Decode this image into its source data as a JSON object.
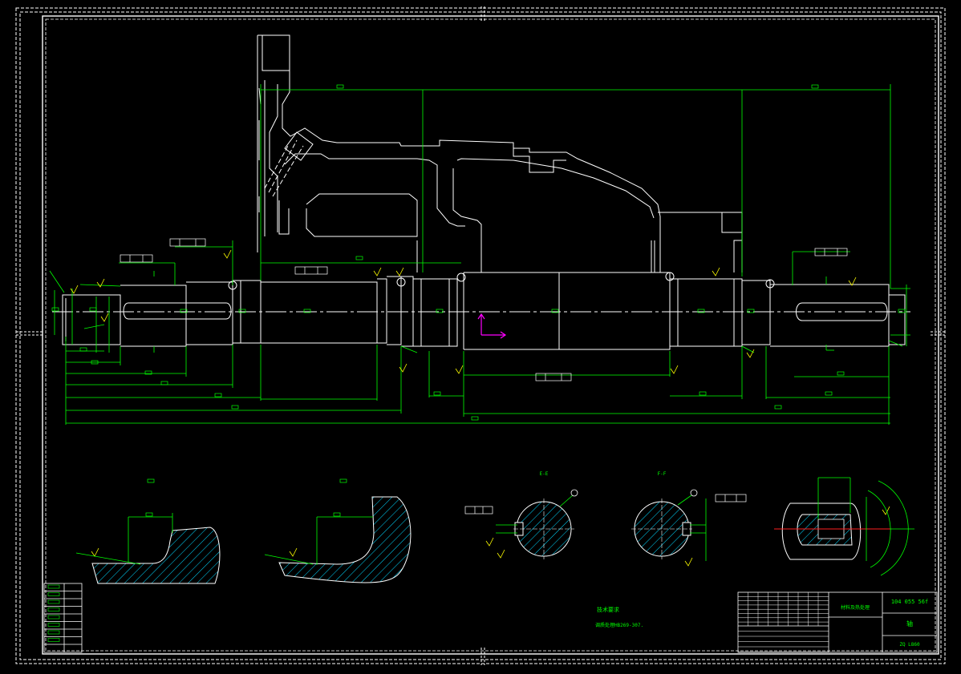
{
  "colors": {
    "background": "#000000",
    "outline": "#ffffff",
    "dimension": "#00ff00",
    "hatch": "#00d7ff",
    "axis": "#ff00ff",
    "centerline_red": "#ff2020",
    "datum": "#ffff00"
  },
  "sections": {
    "e": "E-E",
    "f": "F-F"
  },
  "notes": {
    "title": "技术要求",
    "line1": "调质处理HB269-307."
  },
  "title_block": {
    "drawing_no": "104 055 56f",
    "part_name": "轴",
    "scale_code": "ZQ L860",
    "dept": "材料及热处理"
  }
}
